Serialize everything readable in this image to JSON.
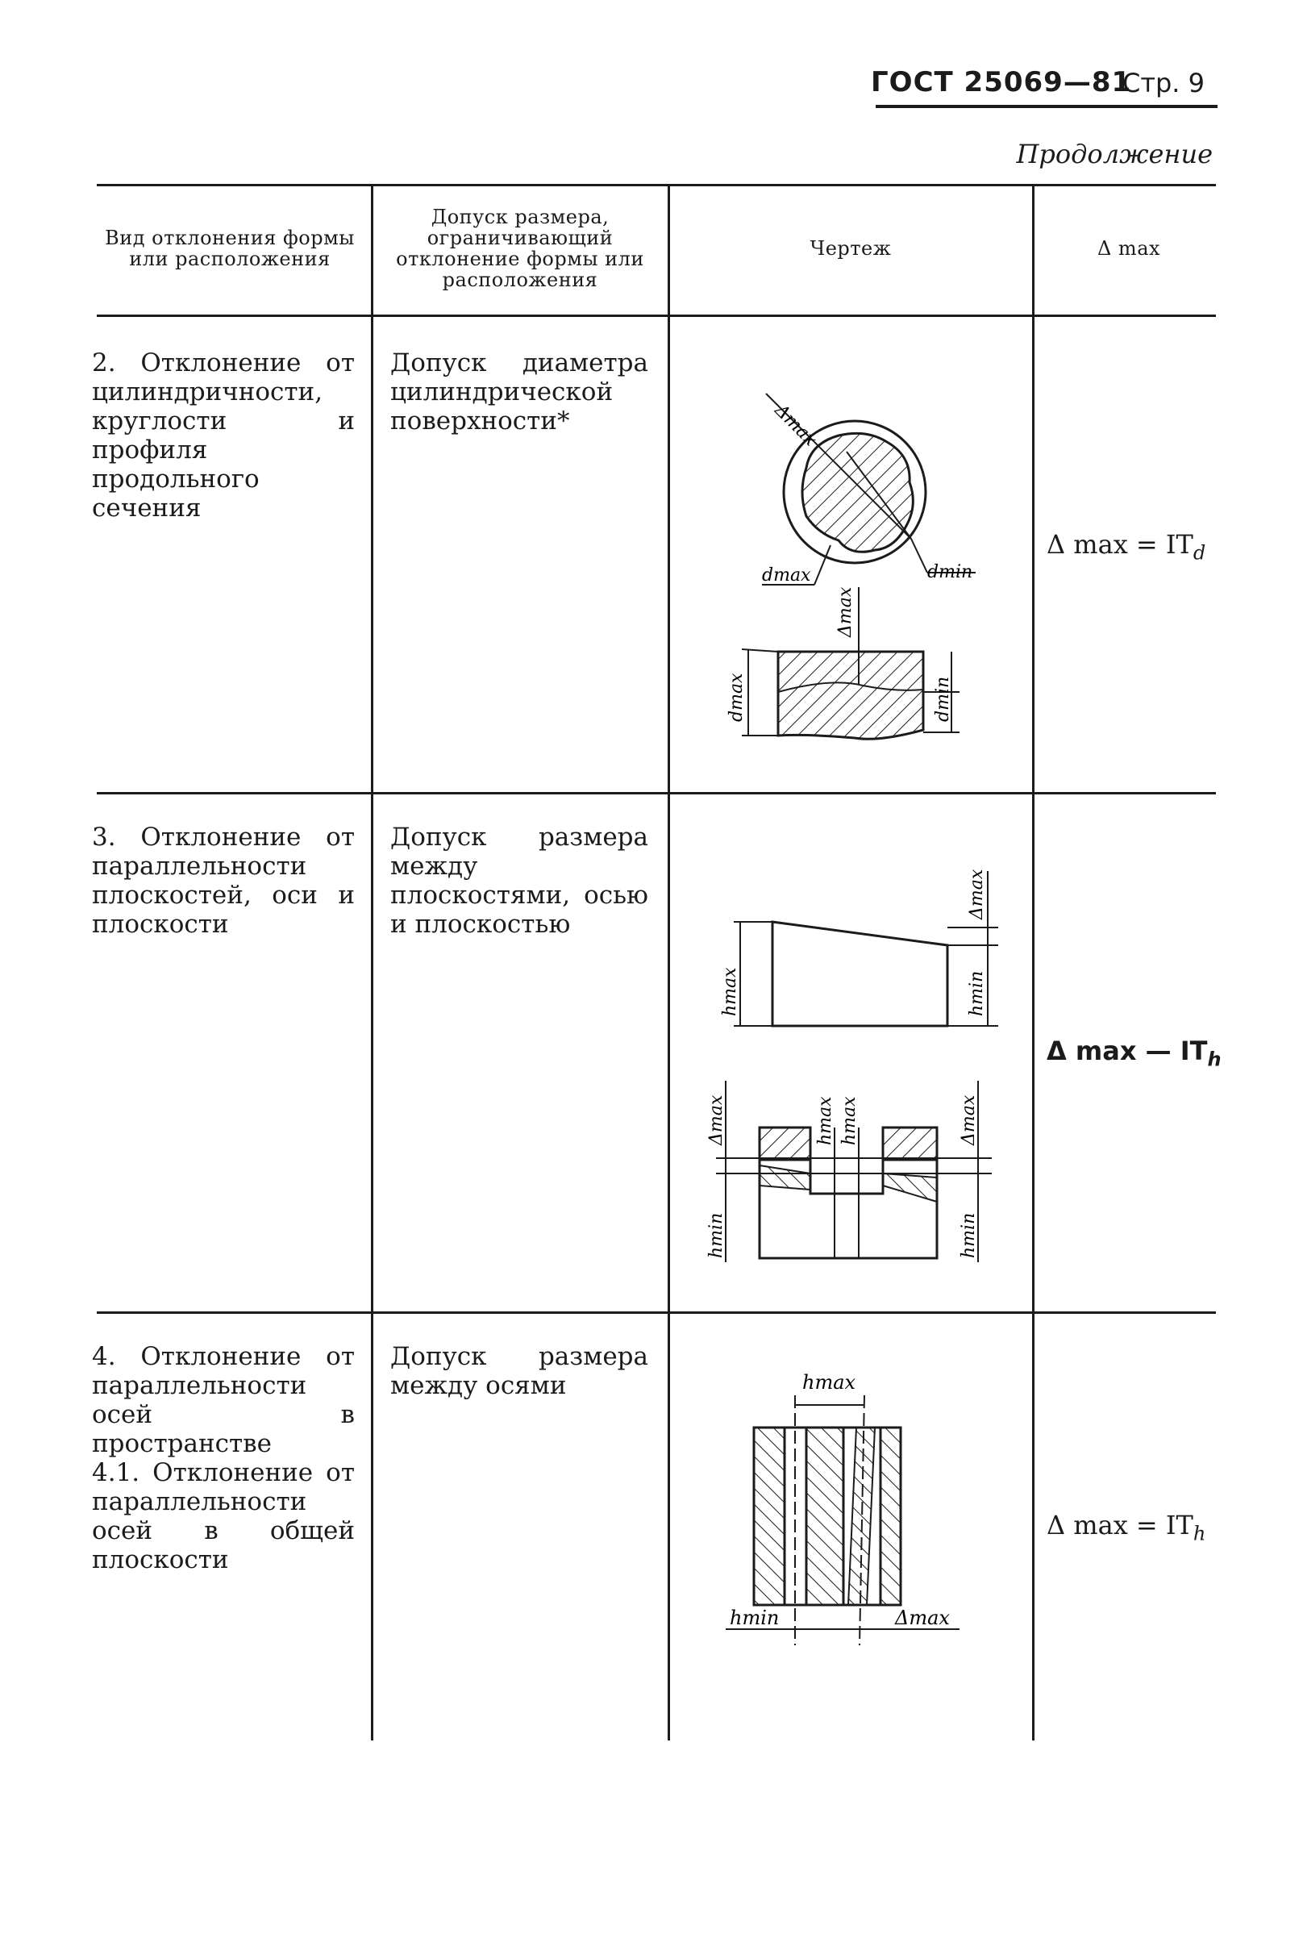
{
  "header": {
    "standard": "ГОСТ 25069—81",
    "page": "Стр. 9"
  },
  "continuation": "Продолжение",
  "table": {
    "columns": [
      "Вид отклонения формы или расположения",
      "Допуск размера, ограничивающий отклонение формы или расположения",
      "Чертеж",
      "Δ max"
    ],
    "rows": [
      {
        "deviation": "2. Отклонение от цилиндричности, круглости и профиля продольного сечения",
        "tolerance": "Допуск диаметра цилиндрической поверхности*",
        "formula_prefix": "Δ max = IT",
        "formula_sub": "d"
      },
      {
        "deviation": "3. Отклонение от параллельности плоскостей, оси и плоскости",
        "tolerance": "Допуск размера между плоскостями, осью и плоскостью",
        "formula_prefix": "Δ max — IT",
        "formula_sub": "h"
      },
      {
        "deviation": "4. Отклонение от параллельности осей в пространстве",
        "deviation_sub": "4.1. Отклонение от параллельности осей в общей плоскости",
        "tolerance": "Допуск размера между осями",
        "formula_prefix": "Δ max = IT",
        "formula_sub": "h"
      }
    ]
  },
  "drawing_labels": {
    "delta_max": "Δmax",
    "d_max": "dmax",
    "d_min": "dmin",
    "h_max": "hmax",
    "h_min": "hmin"
  }
}
